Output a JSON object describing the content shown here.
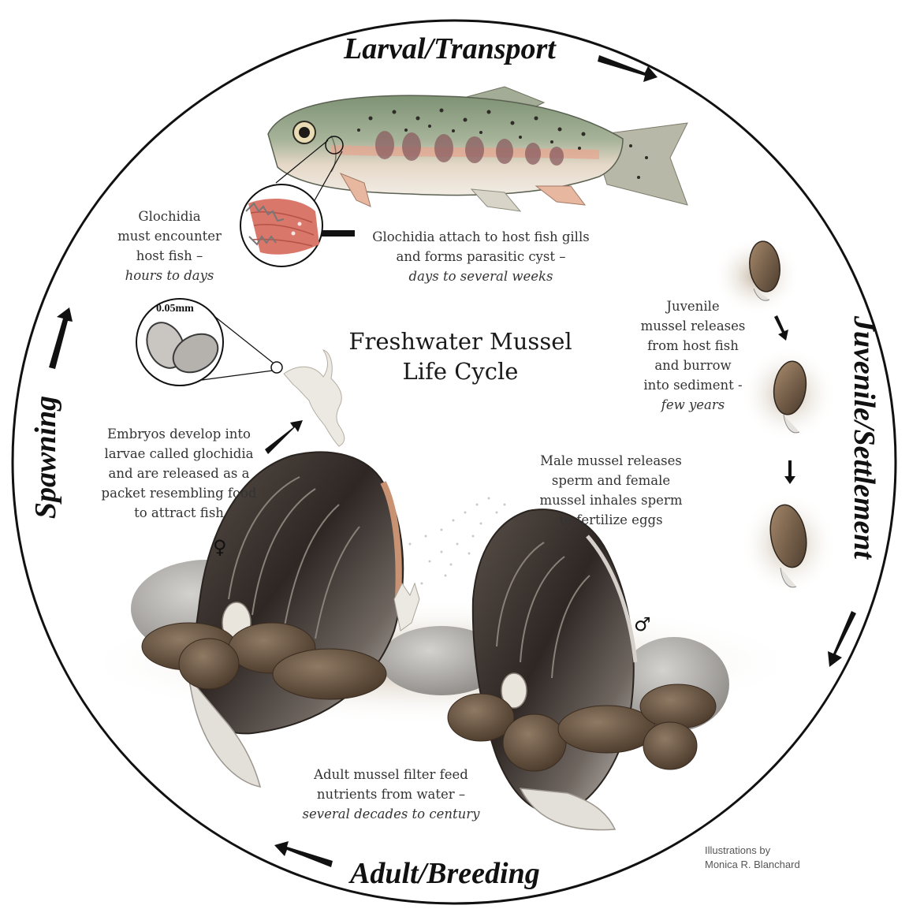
{
  "title": {
    "line1": "Freshwater Mussel",
    "line2": "Life Cycle"
  },
  "stages": {
    "larval": "Larval/Transport",
    "juvenile": "Juvenile/Settlement",
    "adult": "Adult/Breeding",
    "spawning": "Spawning"
  },
  "captions": {
    "encounter": {
      "l1": "Glochidia",
      "l2": "must encounter",
      "l3": "host fish –",
      "l4": "hours to days"
    },
    "attach": {
      "l1": "Glochidia attach to host fish gills",
      "l2": "and forms parasitic cyst –",
      "l3": "days to several weeks"
    },
    "juvenile": {
      "l1": "Juvenile",
      "l2": "mussel releases",
      "l3": "from host fish",
      "l4": "and burrow",
      "l5": "into sediment -",
      "l6": "few years"
    },
    "embryos": {
      "l1": "Embryos develop into",
      "l2": "larvae called glochidia",
      "l3": "and are released as a",
      "l4": "packet resembling food",
      "l5": "to attract fish"
    },
    "male": {
      "l1": "Male mussel releases",
      "l2": "sperm and female",
      "l3": "mussel inhales sperm",
      "l4": "to fertilize eggs"
    },
    "adult": {
      "l1": "Adult mussel filter feed",
      "l2": "nutrients from water –",
      "l3": "several decades to century"
    }
  },
  "scale_label": "0.05mm",
  "symbols": {
    "female": "♀",
    "male": "♂"
  },
  "credit": {
    "l1": "Illustrations by",
    "l2": "Monica R. Blanchard"
  },
  "icons": [
    "cycle-arrow-icon",
    "pointer-arrow-icon",
    "trout-illustration",
    "mussel-illustration",
    "glochidia-illustration",
    "gill-magnifier-illustration"
  ],
  "colors": {
    "outline": "#111111",
    "shell_dark": "#3d3530",
    "shell_light": "#b9b2ab",
    "stone": "#6b5540",
    "fish_band": "#e8a48e",
    "gill": "#d9776a",
    "sediment": "#c7b49a"
  }
}
